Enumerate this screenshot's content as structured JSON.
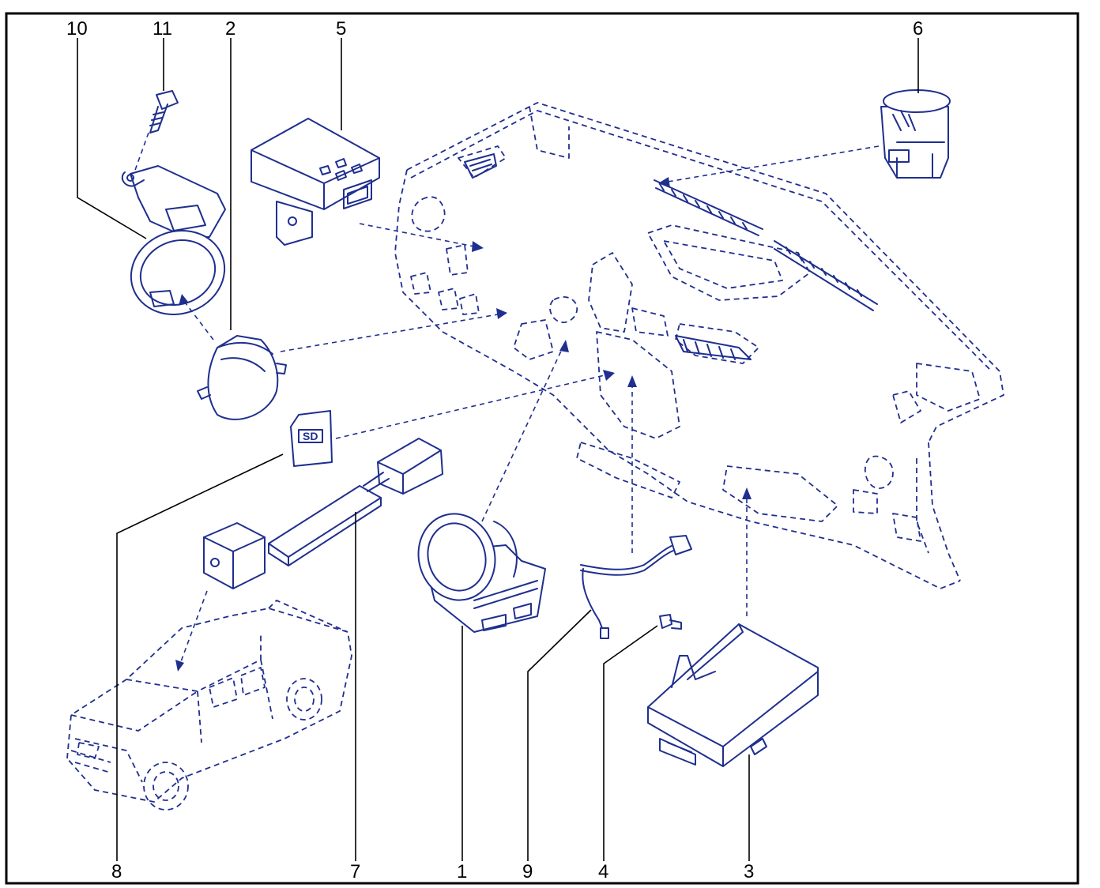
{
  "callouts": {
    "n1": "1",
    "n2": "2",
    "n3": "3",
    "n4": "4",
    "n5": "5",
    "n6": "6",
    "n7": "7",
    "n8": "8",
    "n9": "9",
    "n10": "10",
    "n11": "11"
  },
  "sd_card_label": "SD",
  "colors": {
    "line": "#1f2f8f",
    "frame": "#000000",
    "background": "#ffffff"
  }
}
